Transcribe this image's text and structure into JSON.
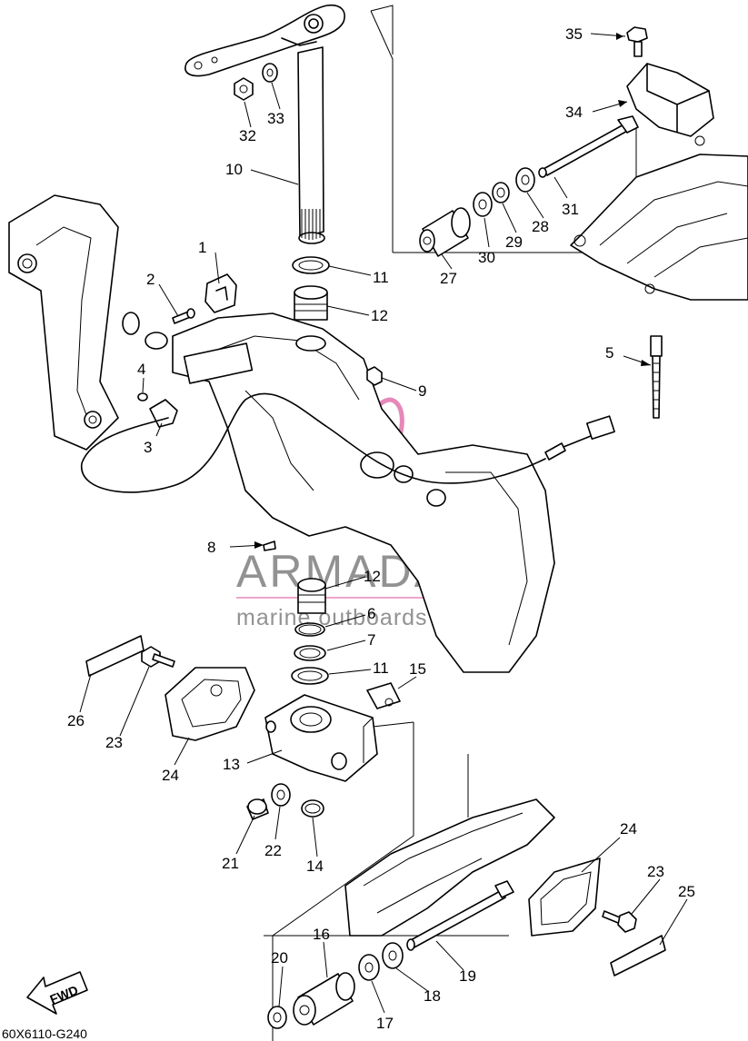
{
  "diagram": {
    "drawing_code": "60X6110-G240",
    "fwd_label": "FWD",
    "watermark": {
      "brand": "ARMADA",
      "tagline": "marine outboards",
      "accent_color": "#e06aa8"
    },
    "callouts": [
      {
        "id": "1",
        "text": "1"
      },
      {
        "id": "2",
        "text": "2"
      },
      {
        "id": "3",
        "text": "3"
      },
      {
        "id": "4",
        "text": "4"
      },
      {
        "id": "5",
        "text": "5"
      },
      {
        "id": "6",
        "text": "6"
      },
      {
        "id": "7",
        "text": "7"
      },
      {
        "id": "8",
        "text": "8"
      },
      {
        "id": "9",
        "text": "9"
      },
      {
        "id": "10",
        "text": "10"
      },
      {
        "id": "11a",
        "text": "11"
      },
      {
        "id": "11b",
        "text": "11"
      },
      {
        "id": "12a",
        "text": "12"
      },
      {
        "id": "12b",
        "text": "12"
      },
      {
        "id": "13",
        "text": "13"
      },
      {
        "id": "14",
        "text": "14"
      },
      {
        "id": "15",
        "text": "15"
      },
      {
        "id": "16",
        "text": "16"
      },
      {
        "id": "17",
        "text": "17"
      },
      {
        "id": "18",
        "text": "18"
      },
      {
        "id": "19",
        "text": "19"
      },
      {
        "id": "20",
        "text": "20"
      },
      {
        "id": "21",
        "text": "21"
      },
      {
        "id": "22",
        "text": "22"
      },
      {
        "id": "23a",
        "text": "23"
      },
      {
        "id": "23b",
        "text": "23"
      },
      {
        "id": "24a",
        "text": "24"
      },
      {
        "id": "24b",
        "text": "24"
      },
      {
        "id": "25",
        "text": "25"
      },
      {
        "id": "26",
        "text": "26"
      },
      {
        "id": "27",
        "text": "27"
      },
      {
        "id": "28",
        "text": "28"
      },
      {
        "id": "29",
        "text": "29"
      },
      {
        "id": "30",
        "text": "30"
      },
      {
        "id": "31",
        "text": "31"
      },
      {
        "id": "32",
        "text": "32"
      },
      {
        "id": "33",
        "text": "33"
      },
      {
        "id": "34",
        "text": "34"
      },
      {
        "id": "35",
        "text": "35"
      }
    ]
  }
}
